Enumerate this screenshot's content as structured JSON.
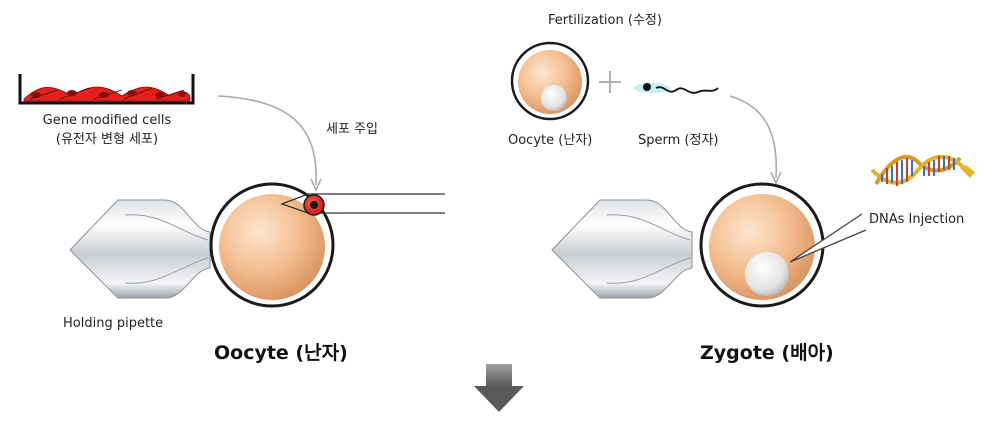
{
  "left": {
    "cells_label_line1": "Gene modified cells",
    "cells_label_line2": "(유전자 변형 세포)",
    "injection_label": "세포 주입",
    "holding_label": "Holding pipette",
    "title": "Oocyte (난자)"
  },
  "right": {
    "fertilization_label": "Fertilization (수정)",
    "oocyte_label": "Oocyte (난자)",
    "sperm_label": "Sperm (정자)",
    "dna_label": "DNAs Injection",
    "title": "Zygote (배아)"
  },
  "colors": {
    "egg": "#f2b98a",
    "cell_red": "#e3211c",
    "arrow_gray": "#6d6d6d"
  }
}
